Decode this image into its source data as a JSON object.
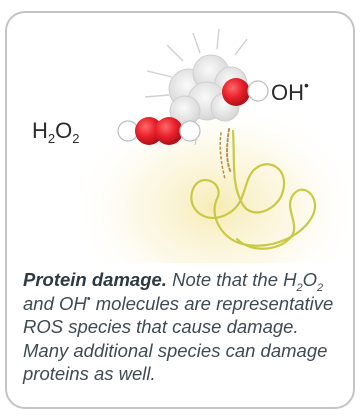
{
  "figure": {
    "labels": {
      "h2o2": {
        "base": "H",
        "sub1": "2",
        "mid": "O",
        "sub2": "2"
      },
      "oh": {
        "base": "OH",
        "radical": "•"
      }
    },
    "colors": {
      "oxygen": "#e8202a",
      "hydrogen": "#ffffff",
      "protein_chain": "#c9c944",
      "damage_chain": "#b8914a",
      "cloud": "#e4e4e4",
      "glow": "#faf3c8",
      "border": "#c4c4c4"
    },
    "caption": {
      "bold": "Protein damage.",
      "t1": " Note that the H",
      "s1": "2",
      "t2": "O",
      "s2": "2",
      "t3": " and OH",
      "sup": "•",
      "t4": " molecules are representative ROS species that cause damage. Many additional species can damage proteins as well."
    }
  }
}
